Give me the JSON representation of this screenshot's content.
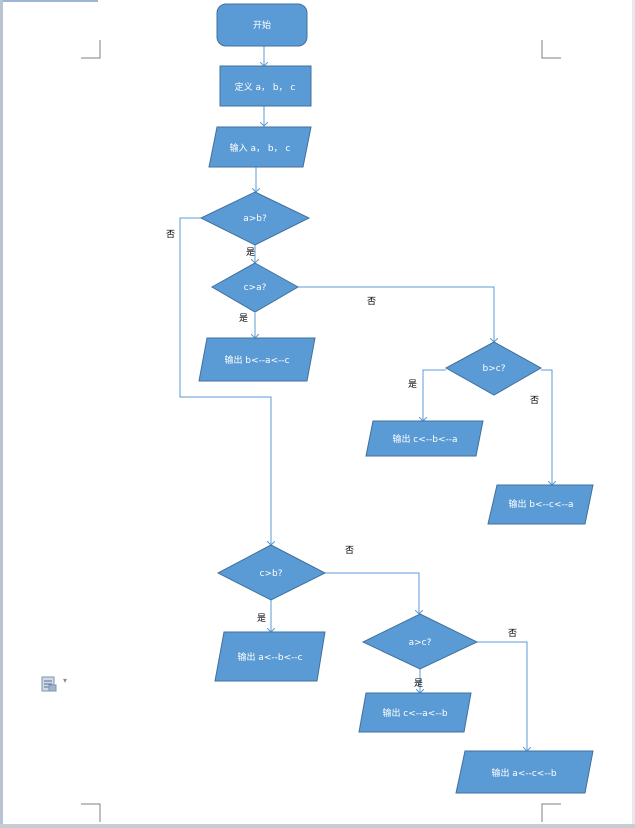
{
  "nodes": {
    "start": "开始",
    "define": "定义 a， b， c",
    "input": "输入 a， b， c",
    "cond_a_gt_b": "a>b?",
    "cond_c_gt_a": "c>a?",
    "out_bac": "输出 b<--a<--c",
    "cond_b_gt_c": "b>c?",
    "out_cba": "输出 c<--b<--a",
    "out_bca": "输出 b<--c<--a",
    "cond_c_gt_b": "c>b?",
    "out_abc": "输出 a<--b<--c",
    "cond_a_gt_c": "a>c?",
    "out_cab": "输出 c<--a<--b",
    "out_acb": "输出 a<--c<--b"
  },
  "labels": {
    "yes": "是",
    "no": "否"
  },
  "colors": {
    "shape_fill": "#5b9bd5",
    "shape_stroke": "#41719c",
    "connector": "#5b9bd5"
  },
  "icons": {
    "side_panel": "document-layout-icon",
    "side_caret": "caret-down-icon"
  }
}
